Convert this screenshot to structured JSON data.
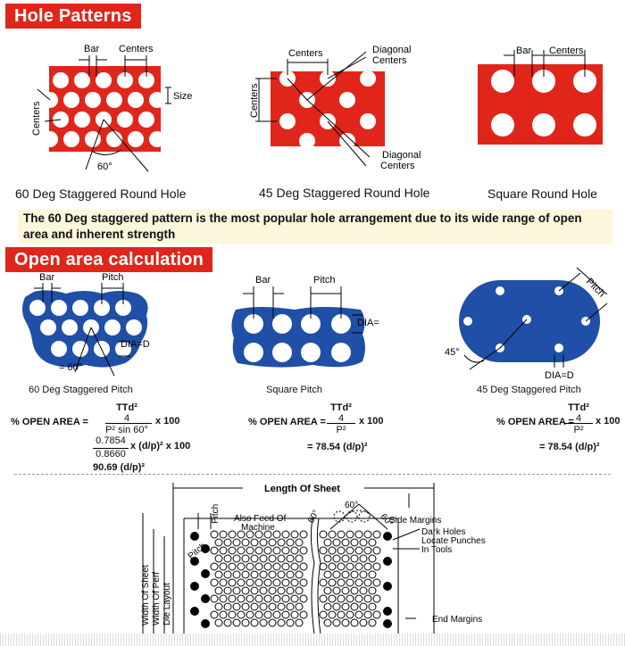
{
  "sections": {
    "hole_patterns": "Hole Patterns",
    "open_area": "Open area calculation"
  },
  "patterns": {
    "p60": {
      "caption": "60 Deg Staggered Round Hole",
      "bar": "Bar",
      "centers_top": "Centers",
      "centers_side": "Centers",
      "size": "Size",
      "angle": "60°"
    },
    "p45": {
      "caption": "45 Deg Staggered Round Hole",
      "centers_top": "Centers",
      "centers_side": "Centers",
      "diag_top_1": "Diagonal",
      "diag_top_2": "Centers",
      "diag_bot_1": "Diagonal",
      "diag_bot_2": "Centers"
    },
    "square": {
      "caption": "Square Round Hole",
      "bar": "Bar",
      "centers": "Centers"
    }
  },
  "note": "The 60 Deg staggered pattern is the most popular hole arrangement due to its wide range of open area and inherent strength",
  "calc": {
    "c60": {
      "bar": "Bar",
      "pitch": "Pitch",
      "dia": "DIA=D",
      "angle": "= 60°",
      "caption": "60 Deg Staggered Pitch",
      "lhs": "% OPEN AREA =",
      "num": "TTd²",
      "four": "4",
      "den": "P² sin 60°",
      "times": "x 100",
      "l2_num": "0.7854",
      "l2_den": "0.8660",
      "l2_rest": "x (d/p)² x 100",
      "l3": "90.69 (d/p)²"
    },
    "sq": {
      "bar": "Bar",
      "pitch": "Pitch",
      "dia": "DIA=D",
      "caption": "Square Pitch",
      "lhs": "% OPEN AREA =",
      "num": "TTd²",
      "four": "4",
      "den": "P²",
      "times": "x 100",
      "l2": "= 78.54 (d/p)²"
    },
    "c45": {
      "pitch": "Pitch",
      "angle": "45°",
      "dia": "DIA=D",
      "caption": "45 Deg Staggered Pitch",
      "lhs": "% OPEN AREA =",
      "num": "TTd²",
      "four": "4",
      "den": "P²",
      "times": "x 100",
      "l2": "= 78.54 (d/p)²"
    }
  },
  "sheet": {
    "length": "Length Of Sheet",
    "pitch1": "Pitch",
    "pitch2": "Pitch",
    "feed1": "Also Feed Of",
    "feed2": "Machine",
    "ang_top": "60°",
    "ang_l": "60°",
    "ang_r": "60°",
    "side_margins": "Side Margins",
    "dark1": "Dark Holes",
    "dark2": "Locate Punches",
    "dark3": "In Tools",
    "width_sheet": "Width Of Sheet",
    "width_perf": "Width Of Perf",
    "die_layout": "Die Layout",
    "end_margins": "End Margins"
  },
  "colors": {
    "red": "#e0261b",
    "blue": "#1f4fa6",
    "note_bg": "#fbf6dc"
  }
}
